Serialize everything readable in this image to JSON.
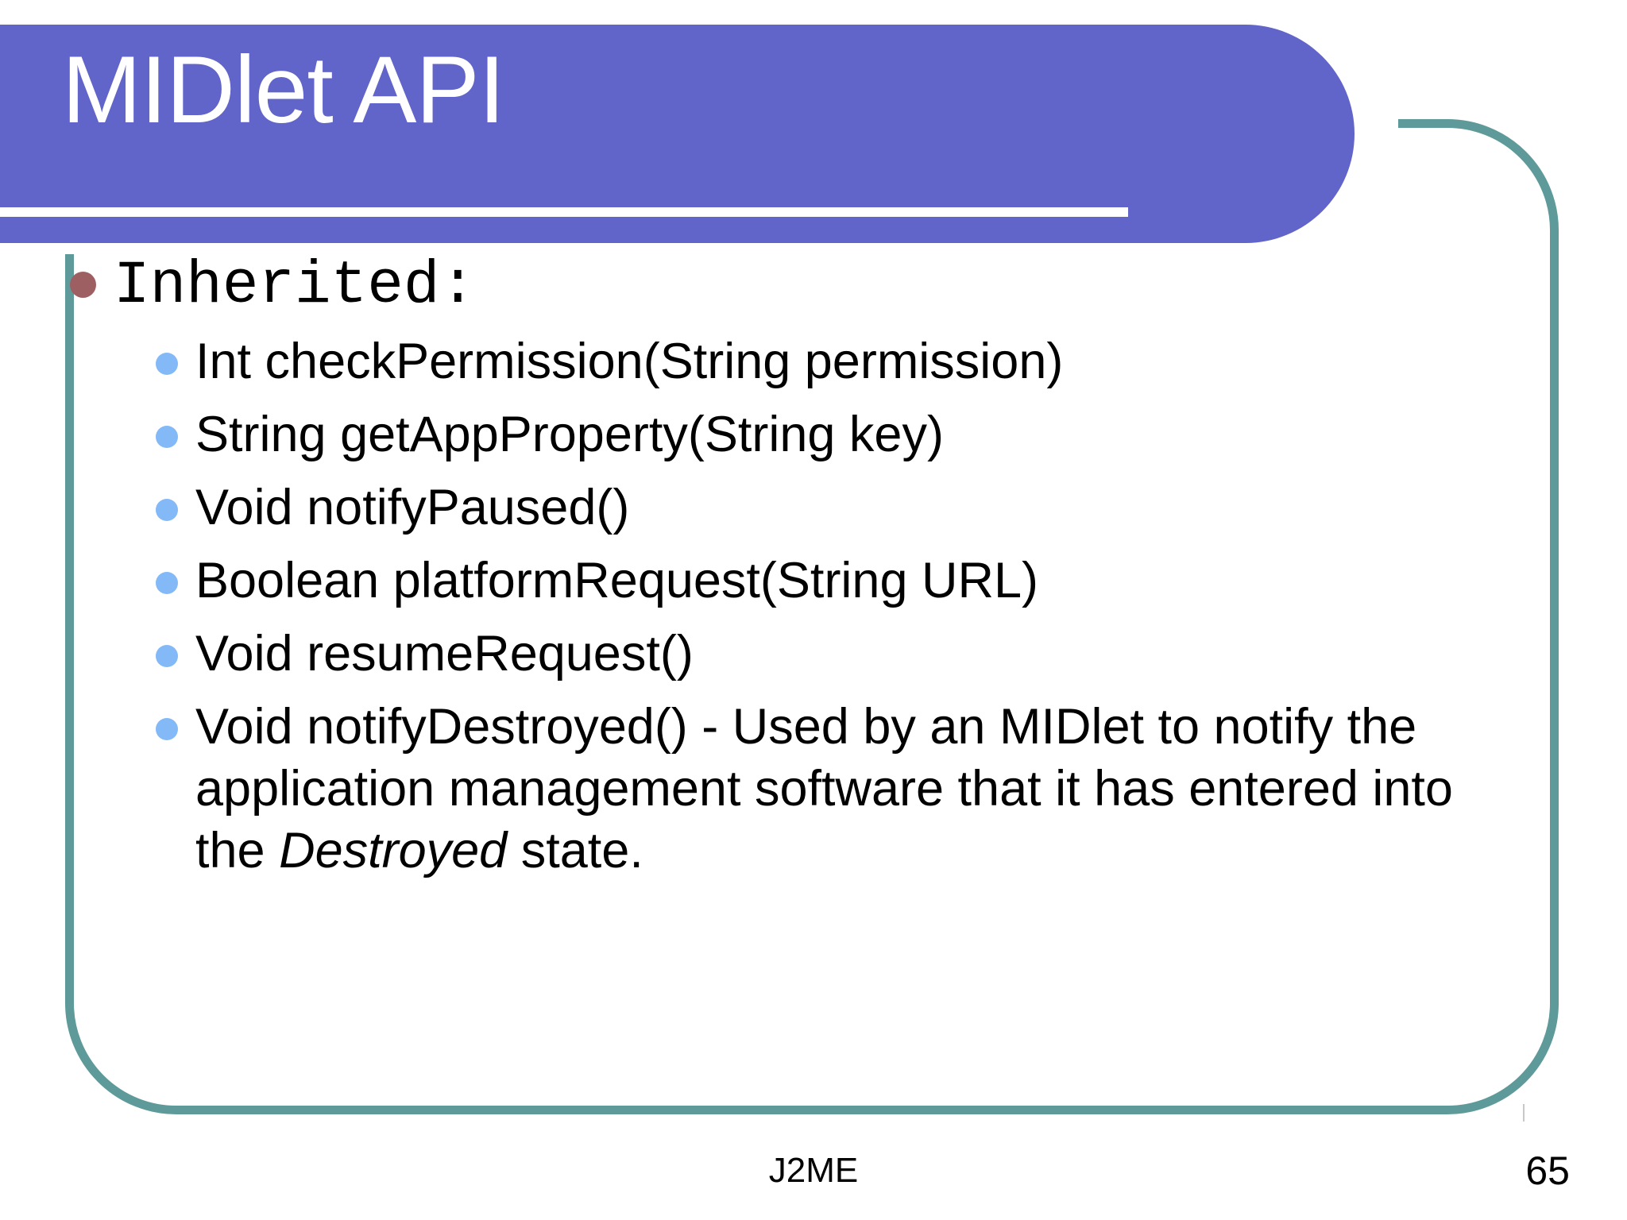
{
  "slide": {
    "title": "MIDlet API",
    "theme": {
      "banner_color": "#6164c9",
      "frame_color": "#5f9a9a",
      "level1_bullet_color": "#9d5f62",
      "level2_bullet_color": "#83b9f7",
      "title_text_color": "#ffffff",
      "body_text_color": "#000000",
      "background_color": "#ffffff"
    },
    "body": {
      "level1": {
        "text": "Inherited:",
        "bullet": "disc-bullet-maroon"
      },
      "items": [
        {
          "text": "Int checkPermission(String permission)",
          "bullet": "disc-bullet-blue"
        },
        {
          "text": "String getAppProperty(String key)",
          "bullet": "disc-bullet-blue"
        },
        {
          "text": "Void notifyPaused()",
          "bullet": "disc-bullet-blue"
        },
        {
          "text": "Boolean platformRequest(String URL)",
          "bullet": "disc-bullet-blue"
        },
        {
          "text": "Void resumeRequest()",
          "bullet": "disc-bullet-blue"
        },
        {
          "text_before_emphasis": "Void notifyDestroyed() -  Used by an MIDlet to notify the application management software that it has entered into the ",
          "emphasis": "Destroyed",
          "text_after_emphasis": " state.",
          "bullet": "disc-bullet-blue"
        }
      ]
    },
    "footer": {
      "center": "J2ME",
      "page_number": "65"
    }
  }
}
